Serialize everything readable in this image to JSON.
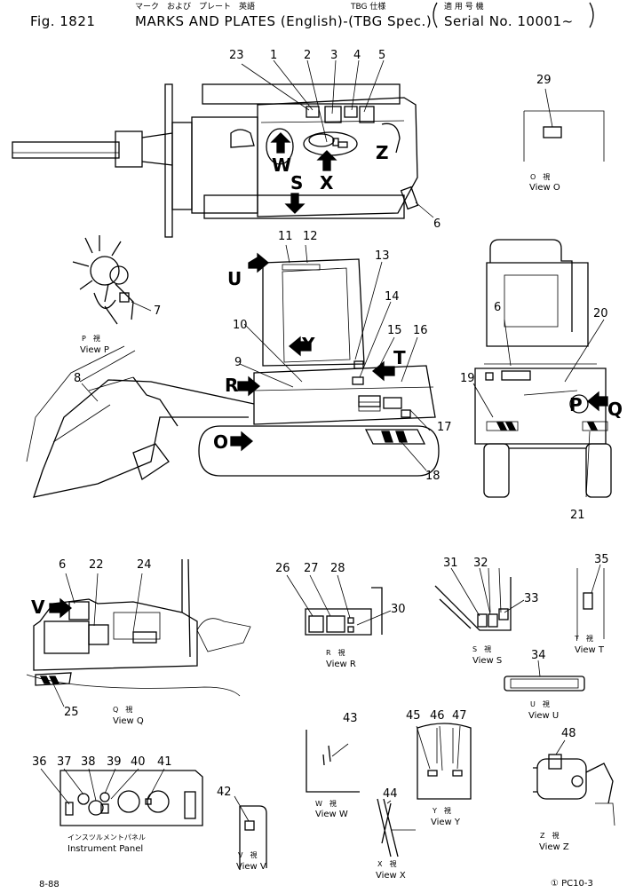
{
  "header": {
    "fig_label": "Fig. 1821",
    "title_jp": "マーク　および　プレート　英語",
    "title_en": "MARKS AND PLATES (English)-(TBG Spec.)",
    "tbg_jp": "TBG 仕様",
    "serial_jp": "適 用 号 機",
    "serial_en": "Serial No. 10001~"
  },
  "callouts": [
    "1",
    "2",
    "3",
    "4",
    "5",
    "6",
    "7",
    "8",
    "9",
    "10",
    "11",
    "12",
    "13",
    "14",
    "15",
    "16",
    "17",
    "18",
    "19",
    "20",
    "21",
    "22",
    "23",
    "24",
    "25",
    "26",
    "27",
    "28",
    "29",
    "30",
    "31",
    "32",
    "33",
    "34",
    "35",
    "36",
    "37",
    "38",
    "39",
    "40",
    "41",
    "42",
    "43",
    "44",
    "45",
    "46",
    "47",
    "48"
  ],
  "extra_callouts": {
    "six_b": "6",
    "six_c": "6"
  },
  "view_letters": {
    "W": "W",
    "S": "S",
    "X": "X",
    "Z": "Z",
    "U": "U",
    "Y": "Y",
    "R": "R",
    "T": "T",
    "O": "O",
    "P": "P",
    "Q": "Q",
    "V": "V"
  },
  "captions": {
    "view_O": {
      "jp": "O　視",
      "en": "View O"
    },
    "view_P": {
      "jp": "P　視",
      "en": "View P"
    },
    "view_Q": {
      "jp": "Q　視",
      "en": "View Q"
    },
    "view_R": {
      "jp": "R　視",
      "en": "View R"
    },
    "view_S": {
      "jp": "S　視",
      "en": "View S"
    },
    "view_T": {
      "jp": "T　視",
      "en": "View T"
    },
    "view_U": {
      "jp": "U　視",
      "en": "View U"
    },
    "view_V": {
      "jp": "V　視",
      "en": "View V"
    },
    "view_W": {
      "jp": "W　視",
      "en": "View W"
    },
    "view_X": {
      "jp": "X　視",
      "en": "View X"
    },
    "view_Y": {
      "jp": "Y　視",
      "en": "View Y"
    },
    "view_Z": {
      "jp": "Z　視",
      "en": "View Z"
    },
    "instrument": {
      "jp": "インスツルメントパネル",
      "en": "Instrument Panel"
    }
  },
  "footer": {
    "page": "8-88",
    "ref": "① PC10-3"
  }
}
